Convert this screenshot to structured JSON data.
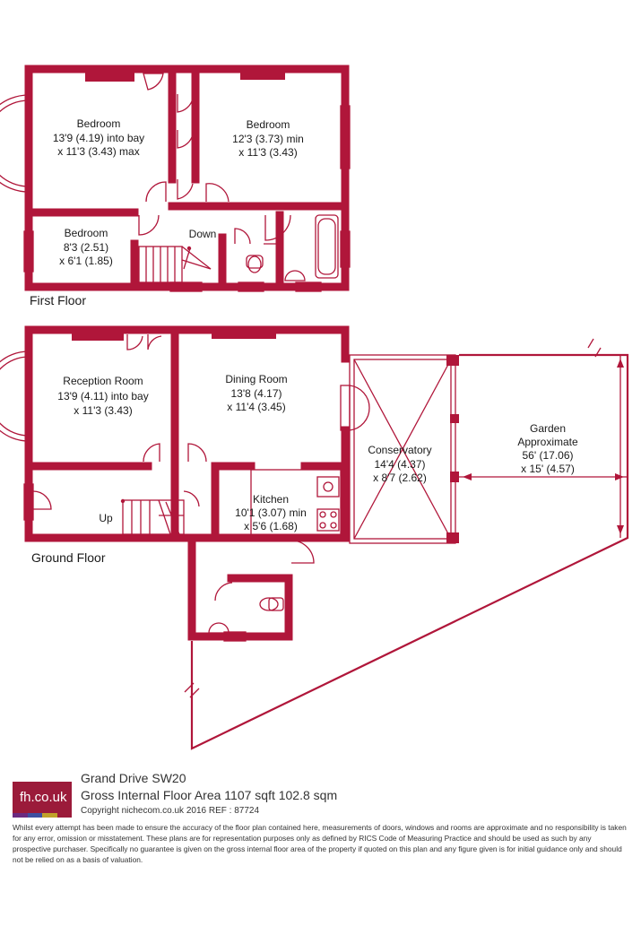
{
  "colors": {
    "wall": "#b0163a",
    "thin": "#b0163a",
    "accent": "#9b1b3a"
  },
  "floors": {
    "first": {
      "label": "First Floor",
      "rooms": [
        {
          "name": "Bedroom",
          "dims": [
            "13'9 (4.19) into bay",
            "x 11'3 (3.43) max"
          ]
        },
        {
          "name": "Bedroom",
          "dims": [
            "12'3 (3.73) min",
            "x 11'3 (3.43)"
          ]
        },
        {
          "name": "Bedroom",
          "dims": [
            "8'3 (2.51)",
            "x 6'1 (1.85)"
          ]
        }
      ],
      "stairs_label": "Down"
    },
    "ground": {
      "label": "Ground Floor",
      "rooms": [
        {
          "name": "Reception Room",
          "dims": [
            "13'9 (4.11) into bay",
            "x 11'3 (3.43)"
          ]
        },
        {
          "name": "Dining Room",
          "dims": [
            "13'8 (4.17)",
            "x 11'4 (3.45)"
          ]
        },
        {
          "name": "Conservatory",
          "dims": [
            "14'4 (4.37)",
            "x 8'7 (2.62)"
          ]
        },
        {
          "name": "Kitchen",
          "dims": [
            "10'1 (3.07) min",
            "x 5'6 (1.68)"
          ]
        }
      ],
      "stairs_label": "Up"
    }
  },
  "garden": {
    "name": "Garden",
    "dims": [
      "Approximate",
      "56' (17.06)",
      "x 15' (4.57)"
    ]
  },
  "logo": {
    "text": "fh.co.uk",
    "bar_colors": [
      "#6b2a80",
      "#3e4fa0",
      "#c0a12a",
      "#9b1b3a"
    ]
  },
  "footer": {
    "address": "Grand Drive  SW20",
    "area": "Gross Internal Floor Area 1107 sqft 102.8 sqm",
    "copyright": "Copyright nichecom.co.uk 2016 REF : 87724",
    "disclaimer": "Whilst every attempt has been made to ensure the accuracy of the floor plan contained here, measurements of doors, windows and rooms are approximate and no responsibility is taken for any error, omission or misstatement. These plans are for representation purposes only as defined by RICS Code of Measuring Practice and should be used as such by any prospective purchaser. Specifically no guarantee is given on the gross internal floor area of the property if quoted on this plan and any figure given is for initial guidance only and should not be relied on as a basis of valuation."
  }
}
